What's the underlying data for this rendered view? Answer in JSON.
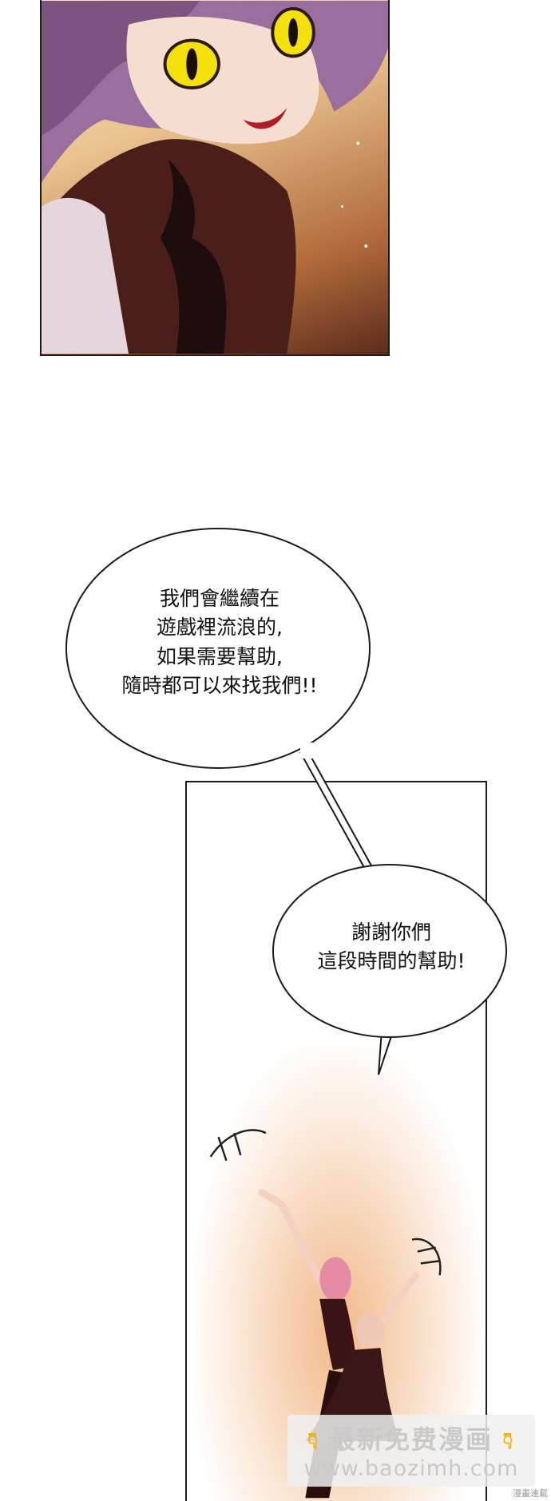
{
  "bubble_1": {
    "lines": [
      "我們會繼續在",
      "遊戲裡流浪的,",
      "如果需要幫助,",
      "隨時都可以來找我們!!"
    ]
  },
  "bubble_2": {
    "lines": [
      "謝謝你們",
      "這段時間的幫助!"
    ]
  },
  "watermark": {
    "title": "最新免费漫画",
    "url": "www.baozimh.com",
    "hand_icon": "pointing-down-hand-icon",
    "hand_color": "#f2b300"
  },
  "corner_mark": "漫畫連載",
  "colors": {
    "panel_border": "#1a1a1a",
    "eye_yellow": "#f5e10a",
    "hair_purple": "#9a6f9e",
    "glow_orange": "#f3b98a"
  }
}
